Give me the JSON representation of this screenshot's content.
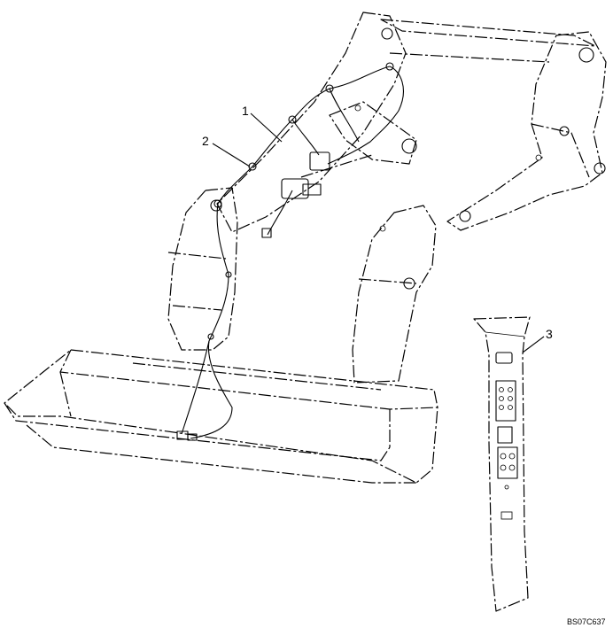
{
  "diagram": {
    "callouts": [
      {
        "id": "1",
        "label": "1"
      },
      {
        "id": "2",
        "label": "2"
      },
      {
        "id": "3",
        "label": "3"
      }
    ],
    "reference_code": "BS07C637"
  }
}
